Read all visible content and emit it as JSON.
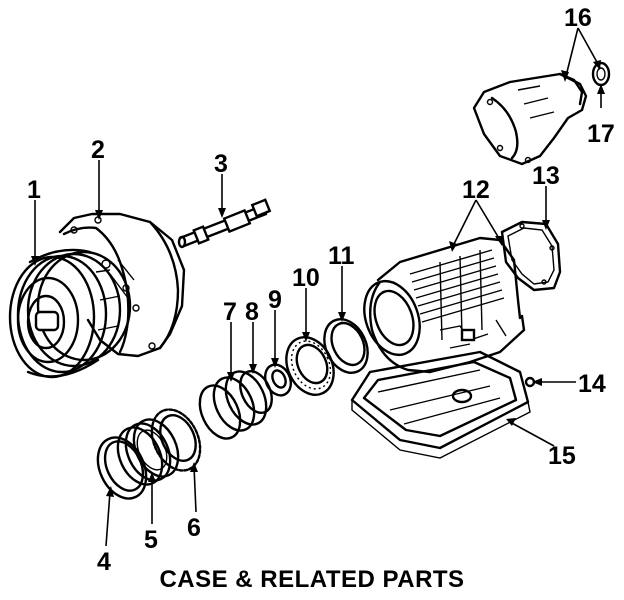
{
  "caption": "CASE & RELATED PARTS",
  "callouts": [
    "1",
    "2",
    "3",
    "4",
    "5",
    "6",
    "7",
    "8",
    "9",
    "10",
    "11",
    "12",
    "13",
    "14",
    "15",
    "16",
    "17"
  ],
  "parts": {
    "p1": "torque-converter",
    "p2": "converter-housing",
    "p3": "shaft",
    "p4": "snap-ring",
    "p5": "clutch-plate-set",
    "p6": "clutch-disc",
    "p7": "ring",
    "p8": "ring",
    "p9": "washer",
    "p10": "bearing",
    "p11": "seal",
    "p12": "transmission-case",
    "p13": "gasket",
    "p14": "pan-bolt",
    "p15": "oil-pan",
    "p16": "extension-housing",
    "p17": "seal"
  }
}
